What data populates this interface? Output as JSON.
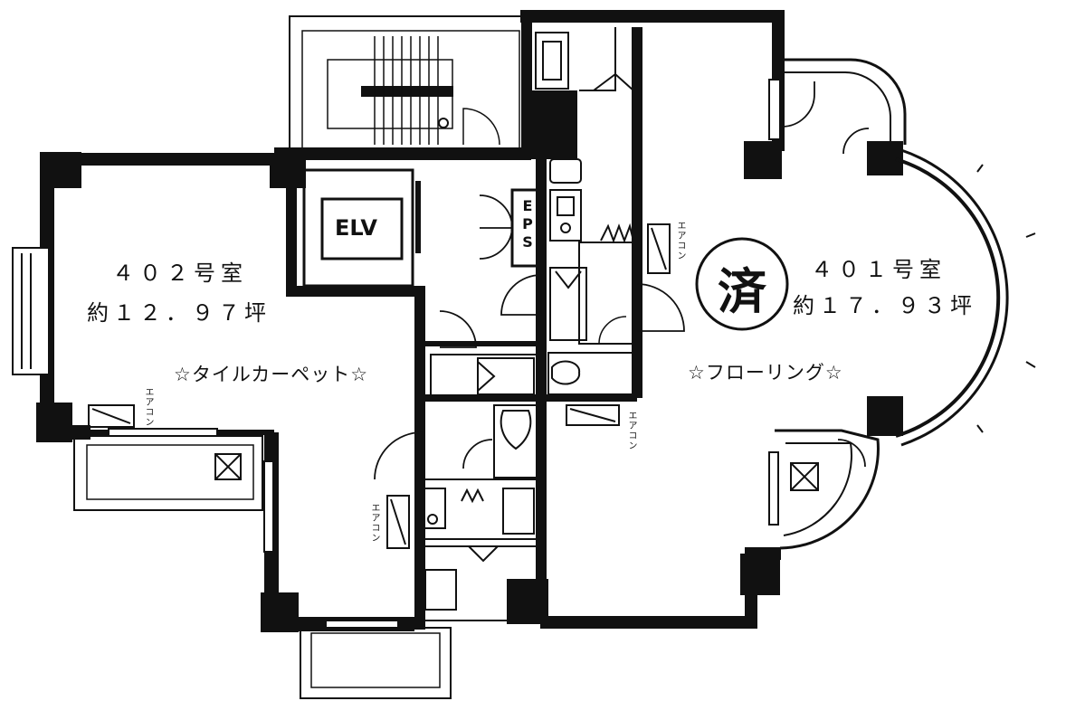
{
  "units": {
    "unit_402": {
      "name": "４０２号室",
      "area": "約１２．９７坪",
      "finish": "☆タイルカーペット☆"
    },
    "unit_401": {
      "name": "４０１号室",
      "area": "約１７．９３坪",
      "finish": "☆フローリング☆"
    }
  },
  "core": {
    "elevator": "ELV",
    "eps": [
      "E",
      "P",
      "S"
    ]
  },
  "aircon_label": "エアコン",
  "stamp_char": "済",
  "colors": {
    "wall": "#111111",
    "paper": "#ffffff",
    "line": "#222222"
  }
}
